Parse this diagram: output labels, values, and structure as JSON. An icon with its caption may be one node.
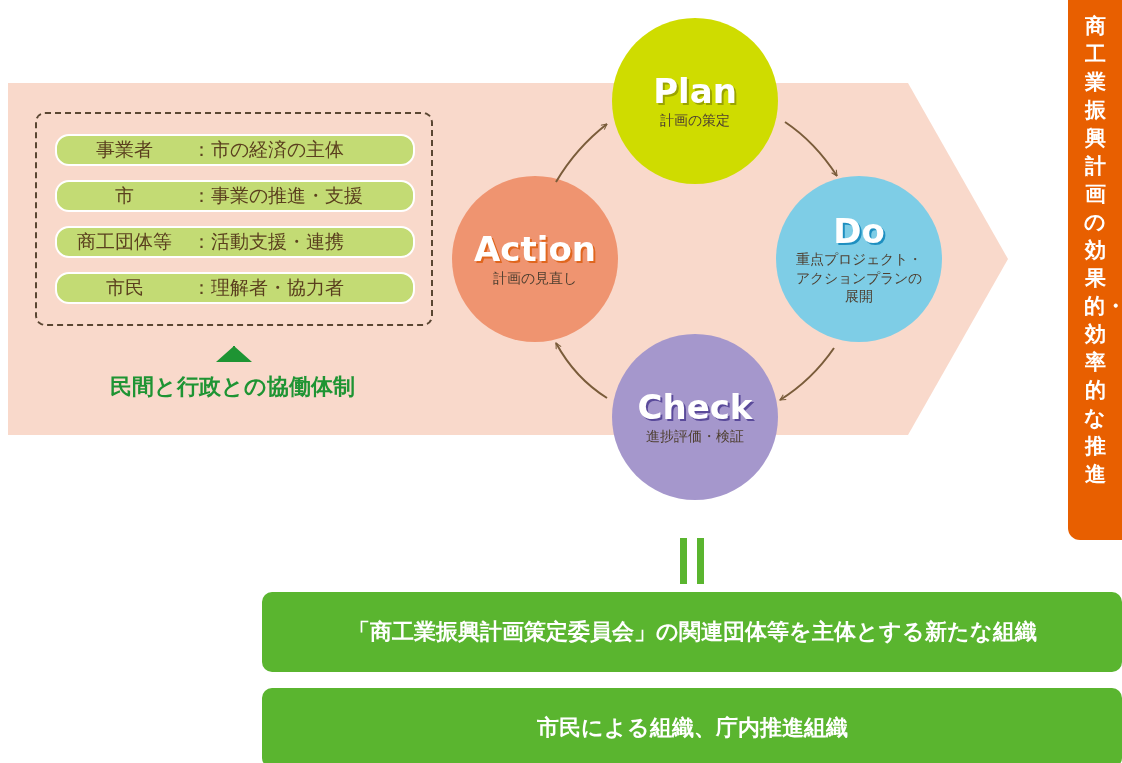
{
  "diagram": {
    "nodes": [
      {
        "text": [],
        "shape": "arrow"
      },
      {
        "text": [],
        "shape": "box",
        "in": 0
      },
      {
        "text": [
          "事業者",
          "：市の経済の主体"
        ],
        "in": 1
      },
      {
        "text": [
          "市",
          "：事業の推進・支援"
        ],
        "in": 1
      },
      {
        "text": [
          "商工団体等",
          "：活動支援・連携"
        ],
        "in": 1
      },
      {
        "text": [
          "市民",
          "：理解者・協力者"
        ],
        "in": 1
      },
      {
        "text": [
          "民間と行政との協働体制"
        ],
        "in": 0
      },
      {
        "text": [
          "Plan",
          "計画の策定"
        ]
      },
      {
        "text": [
          "Do",
          "重点プロジェクト・アクションプランの展開"
        ],
        "in": 0
      },
      {
        "text": [
          "Check",
          "進捗評価・検証"
        ]
      },
      {
        "text": [
          "Action",
          "計画の見直し"
        ],
        "in": 0
      },
      {
        "text": [
          "商工業振興計画の効果的・効率的な推進"
        ]
      },
      {
        "text": [
          "「商工業振興計画策定委員会」の関連団体等を主体とする新たな組織"
        ]
      },
      {
        "text": [
          "市民による組織、庁内推進組織"
        ]
      }
    ],
    "edges": [
      {
        "from": 10,
        "to": 7,
        "arrow": "to"
      },
      {
        "from": 7,
        "to": 8,
        "arrow": "to"
      },
      {
        "from": 8,
        "to": 9,
        "arrow": "to"
      },
      {
        "from": 9,
        "to": 10,
        "arrow": "to"
      },
      {
        "from": 6,
        "to": 1,
        "arrow": "to",
        "color": "#1e9433"
      }
    ]
  }
}
